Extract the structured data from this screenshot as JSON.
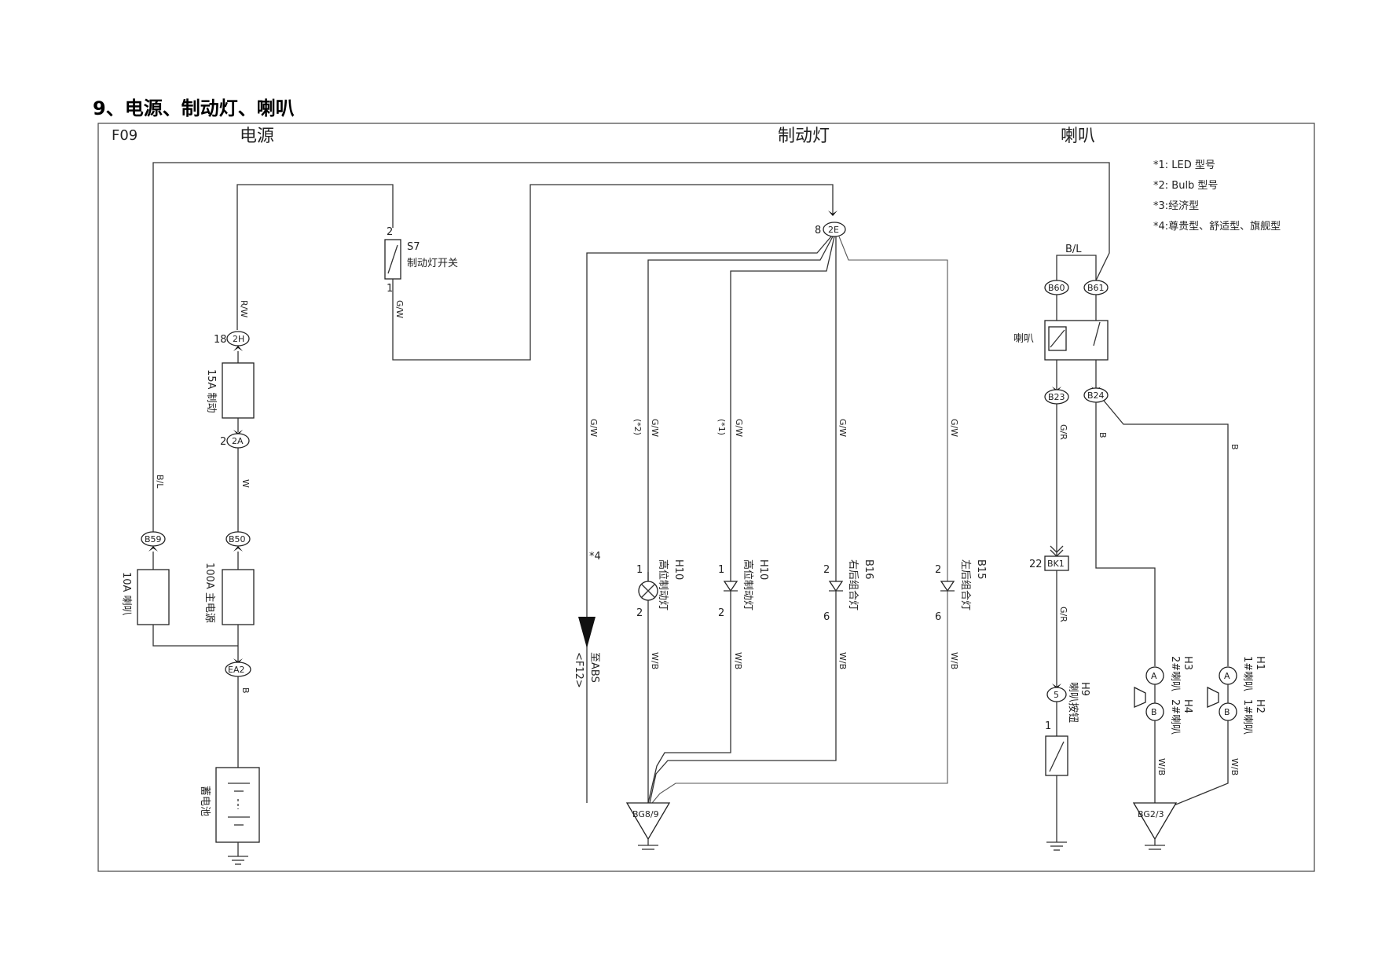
{
  "title": "9、电源、制动灯、喇叭",
  "frame_code": "F09",
  "sections": {
    "power": "电源",
    "brake": "制动灯",
    "horn": "喇叭"
  },
  "notes": [
    "*1: LED 型号",
    "*2: Bulb 型号",
    "*3:经济型",
    "*4:尊贵型、舒适型、旗舰型"
  ],
  "connectors": {
    "c2H": "2H",
    "c2A": "2A",
    "c2E": "2E",
    "B59": "B59",
    "B50": "B50",
    "EA2": "EA2",
    "B60": "B60",
    "B61": "B61",
    "B23": "B23",
    "B24": "B24",
    "BK1": "BK1",
    "c5": "5",
    "BG89": "BG8/9",
    "BG23": "BG2/3",
    "A1": "A",
    "B1": "B",
    "A2": "A",
    "B2": "B"
  },
  "pins": {
    "p18": "18",
    "p2a": "2",
    "p8": "8",
    "p22": "22",
    "s2": "2",
    "s1": "1",
    "h1a": "1",
    "h1b": "2",
    "h2a": "1",
    "h2b": "2",
    "b16a": "2",
    "b16b": "6",
    "b15a": "2",
    "b15b": "6",
    "k1": "1"
  },
  "wires": {
    "RW": "R/W",
    "W": "W",
    "BL1": "B/L",
    "B1": "B",
    "GW1": "G/W",
    "GW2": "G/W",
    "GW3": "G/W",
    "GW4": "G/W",
    "GW5": "G/W",
    "GW6": "G/W",
    "WB1": "W/B",
    "WB2": "W/B",
    "WB3": "W/B",
    "WB4": "W/B",
    "BL2": "B/L",
    "GR1": "G/R",
    "GR2": "G/R",
    "B2": "B",
    "B3": "B",
    "WB5": "W/B",
    "WB6": "W/B"
  },
  "variants": {
    "v2": "(*2)",
    "v1": "(*1)",
    "v4": "*4"
  },
  "components": {
    "S7_code": "S7",
    "S7_name": "制动灯开关",
    "fuse15": "15A 制动",
    "fuse100": "100A 主电源",
    "fuse10": "10A 喇叭",
    "battery": "蓄电池",
    "abs_to": "至ABS",
    "abs_ref": "<F12>",
    "H10a_code": "H10",
    "H10a_name": "高位制动灯",
    "H10b_code": "H10",
    "H10b_name": "高位制动灯",
    "B16_code": "B16",
    "B16_name": "右后组合灯",
    "B15_code": "B15",
    "B15_name": "左后组合灯",
    "horn_relay": "喇叭",
    "H9_code": "H9",
    "H9_name": "喇叭按钮",
    "H3": "H3",
    "H4": "H4",
    "horn2a": "2#喇叭",
    "horn2b": "2#喇叭",
    "H1": "H1",
    "H2": "H2",
    "horn1a": "1#喇叭",
    "horn1b": "1#喇叭"
  }
}
